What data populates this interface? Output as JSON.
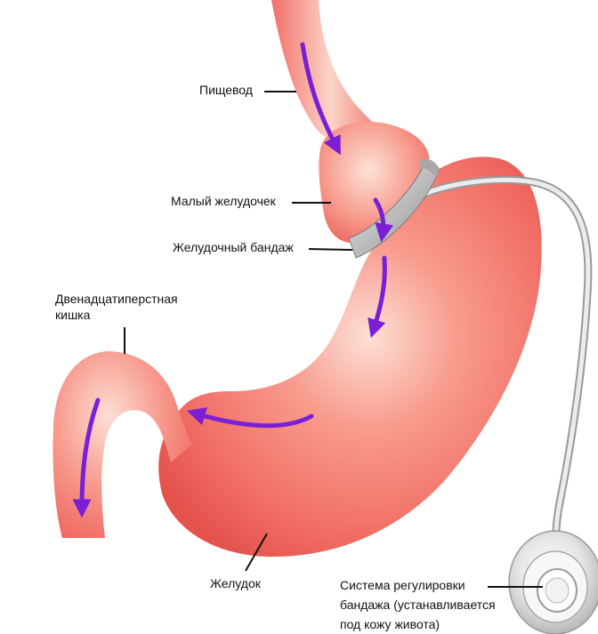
{
  "labels": {
    "esophagus": "Пищевод",
    "small_pouch": "Малый желудочек",
    "gastric_band": "Желудочный бандаж",
    "duodenum_line1": "Двенадцатиперстная",
    "duodenum_line2": "кишка",
    "stomach": "Желудок",
    "port_line1": "Система регулировки",
    "port_line2": "бандажа (устанавливается",
    "port_line3": "под кожу живота)"
  },
  "colors": {
    "organ": "#f0706a",
    "organ_highlight": "#ffd2c8",
    "organ_edge": "#e0504a",
    "arrow": "#7a1fd6",
    "band": "#c9c9c9",
    "tube": "#d8d8d8"
  }
}
